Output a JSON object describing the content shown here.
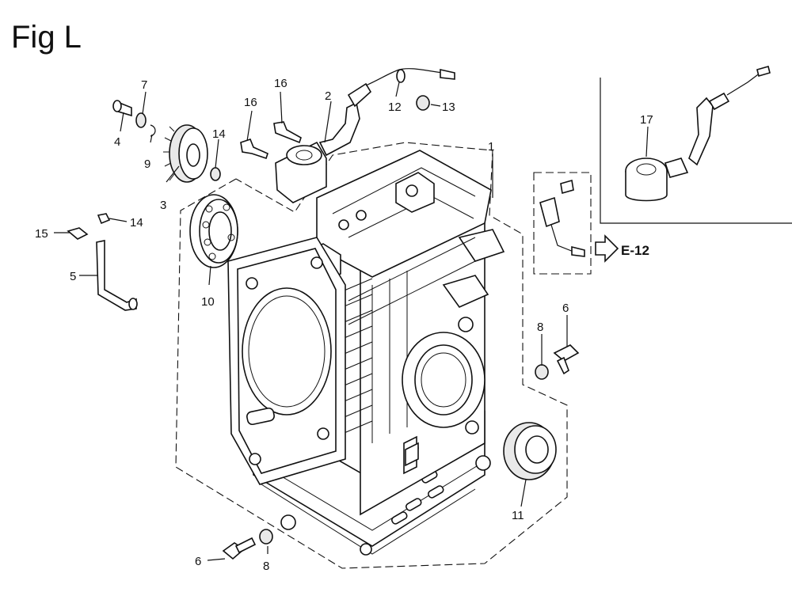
{
  "figure": {
    "title": "Fig L",
    "reference": "E-12"
  },
  "callouts": [
    {
      "id": "c1",
      "label": "1"
    },
    {
      "id": "c2",
      "label": "2"
    },
    {
      "id": "c3",
      "label": "3"
    },
    {
      "id": "c4",
      "label": "4"
    },
    {
      "id": "c5",
      "label": "5"
    },
    {
      "id": "c6a",
      "label": "6"
    },
    {
      "id": "c6b",
      "label": "6"
    },
    {
      "id": "c7",
      "label": "7"
    },
    {
      "id": "c8a",
      "label": "8"
    },
    {
      "id": "c8b",
      "label": "8"
    },
    {
      "id": "c9",
      "label": "9"
    },
    {
      "id": "c10",
      "label": "10"
    },
    {
      "id": "c11",
      "label": "11"
    },
    {
      "id": "c12",
      "label": "12"
    },
    {
      "id": "c13",
      "label": "13"
    },
    {
      "id": "c14a",
      "label": "14"
    },
    {
      "id": "c14b",
      "label": "14"
    },
    {
      "id": "c15",
      "label": "15"
    },
    {
      "id": "c16a",
      "label": "16"
    },
    {
      "id": "c16b",
      "label": "16"
    },
    {
      "id": "c17",
      "label": "17"
    }
  ]
}
